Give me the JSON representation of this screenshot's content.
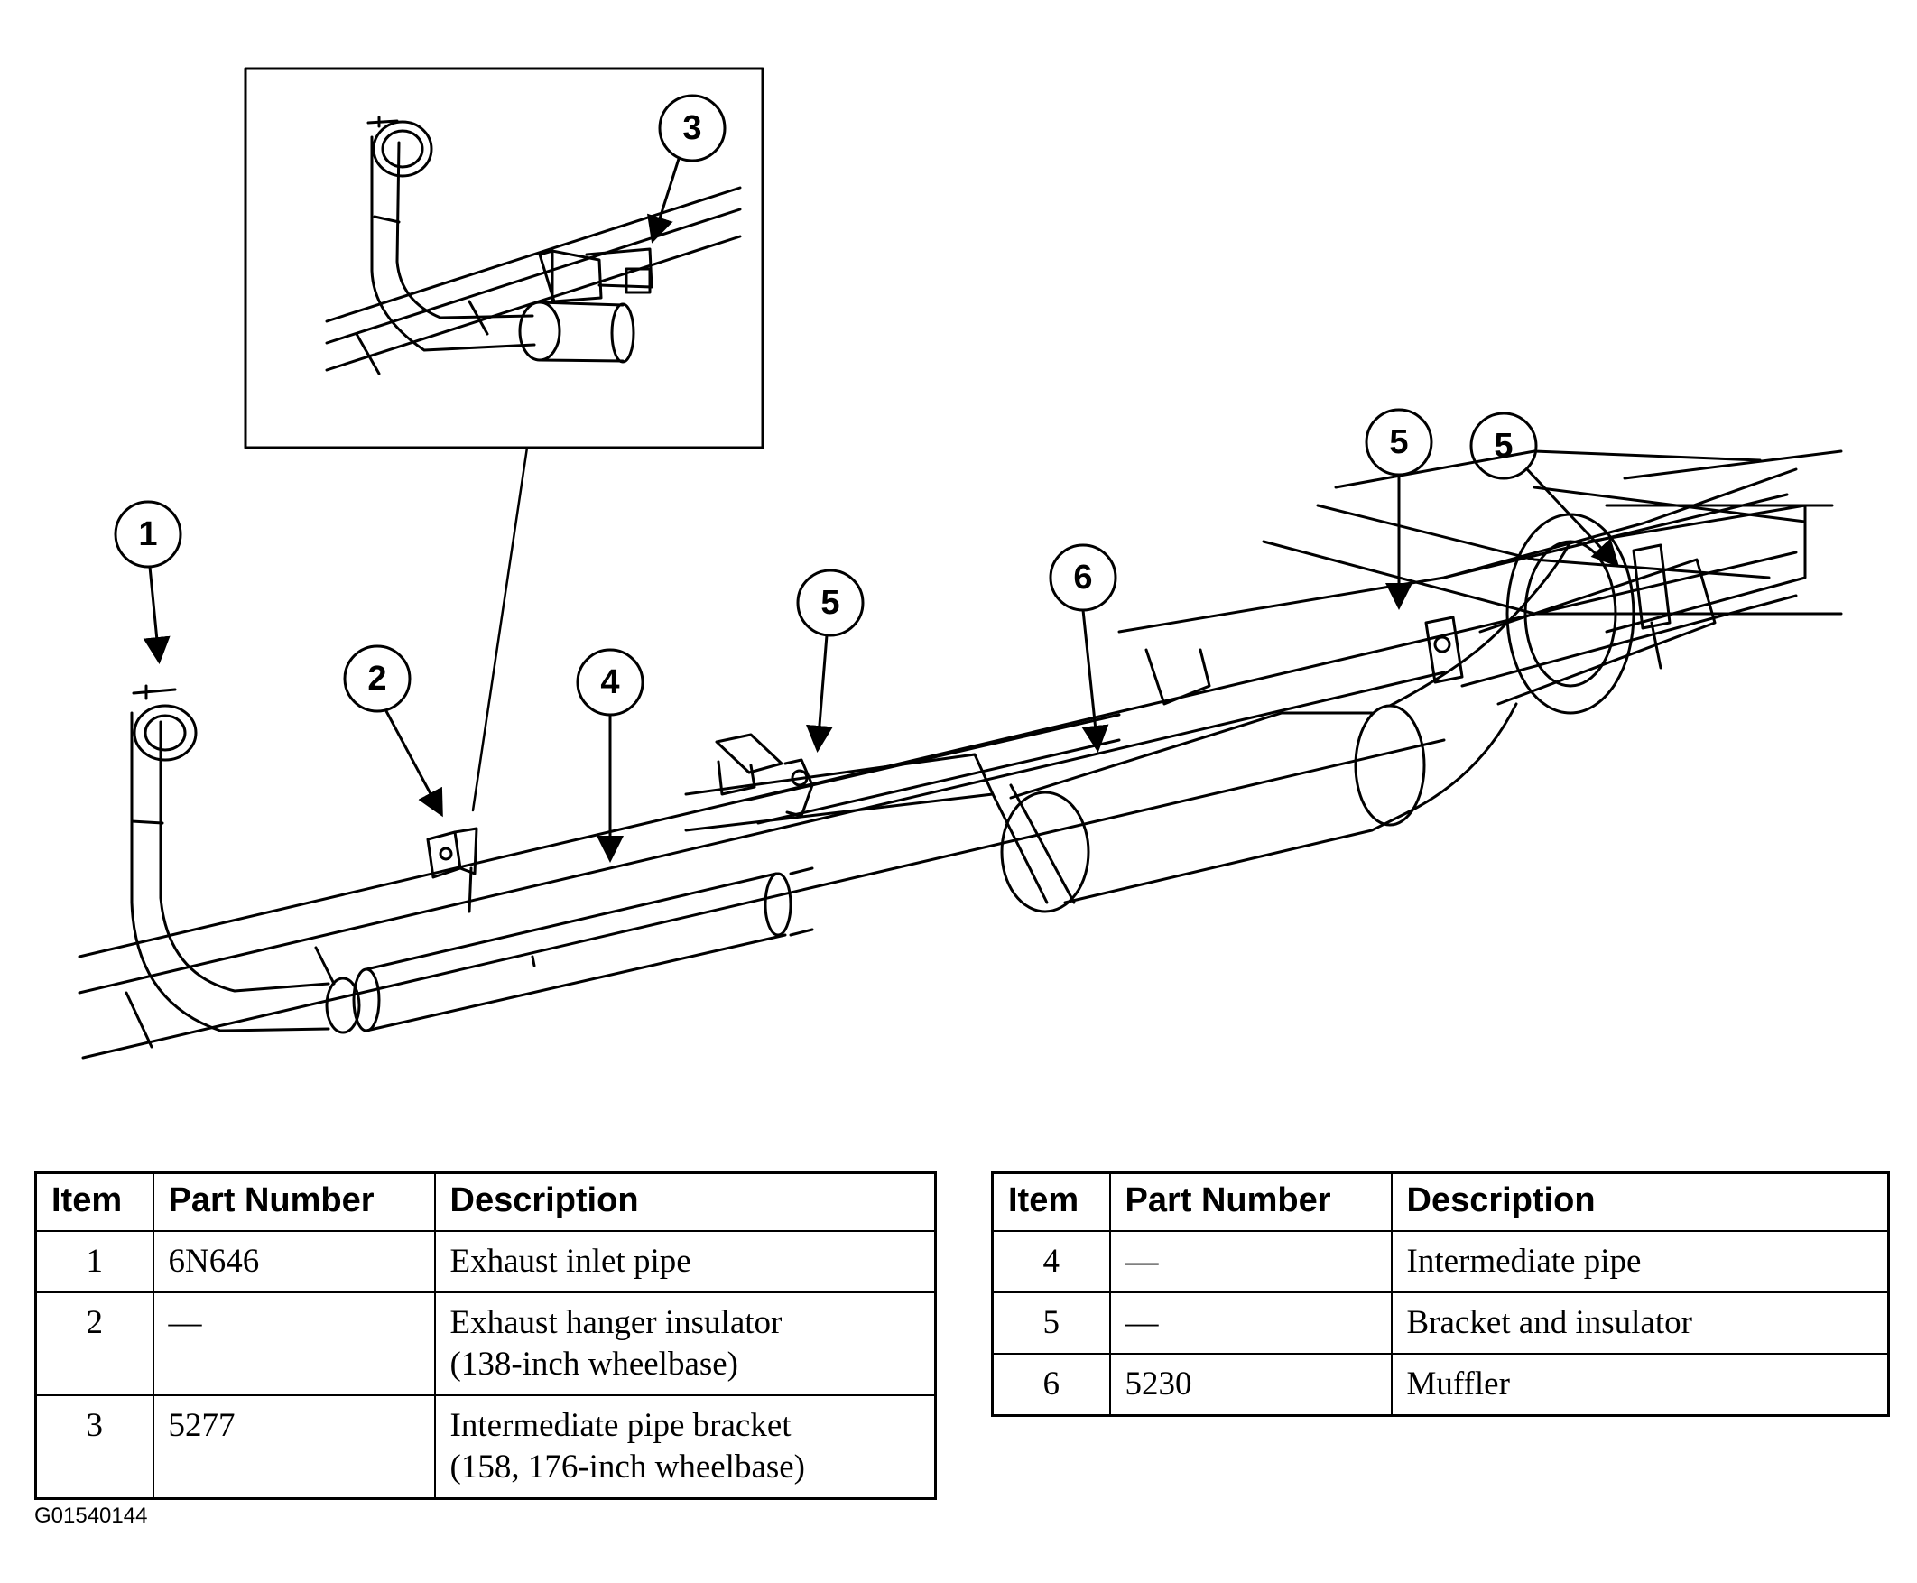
{
  "callouts": {
    "c1": "1",
    "c2": "2",
    "c3": "3",
    "c4": "4",
    "c5a": "5",
    "c5b": "5",
    "c5c": "5",
    "c6": "6"
  },
  "tables": {
    "left": {
      "headers": [
        "Item",
        "Part Number",
        "Description"
      ],
      "rows": [
        {
          "item": "1",
          "part": "6N646",
          "desc1": "Exhaust inlet pipe",
          "desc2": ""
        },
        {
          "item": "2",
          "part": "—",
          "desc1": "Exhaust hanger insulator",
          "desc2": "(138-inch wheelbase)"
        },
        {
          "item": "3",
          "part": "5277",
          "desc1": "Intermediate pipe bracket",
          "desc2": "(158, 176-inch wheelbase)"
        }
      ]
    },
    "right": {
      "headers": [
        "Item",
        "Part Number",
        "Description"
      ],
      "rows": [
        {
          "item": "4",
          "part": "—",
          "desc1": "Intermediate pipe"
        },
        {
          "item": "5",
          "part": "—",
          "desc1": "Bracket and insulator"
        },
        {
          "item": "6",
          "part": "5230",
          "desc1": "Muffler"
        }
      ]
    }
  },
  "figure_id": "G01540144"
}
